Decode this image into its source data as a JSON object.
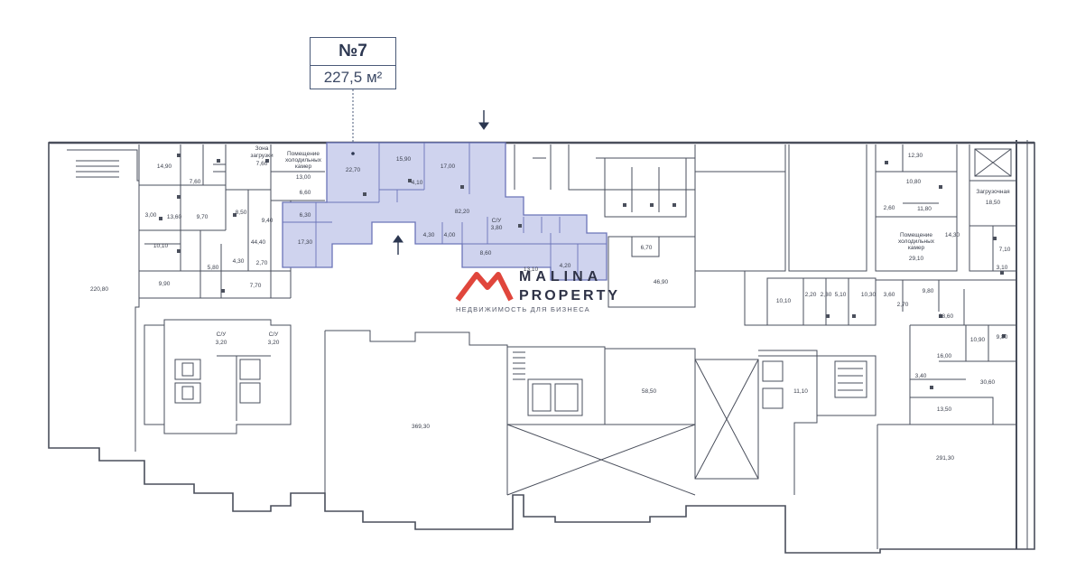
{
  "unit": {
    "number": "№7",
    "area": "227,5 м²"
  },
  "logo": {
    "line1": "MALINA",
    "line2": "PROPERTY",
    "tagline": "НЕДВИЖИМОСТЬ ДЛЯ БИЗНЕСА"
  },
  "colors": {
    "highlight": "#cfd3ee",
    "highlight_stroke": "#6b74b8",
    "wall": "#4a4f5c",
    "logo_red": "#e0463c"
  },
  "room_labels": {
    "r_14_90": "14,90",
    "r_7_60": "7,60",
    "r_3_00": "3,00",
    "r_13_60": "13,60",
    "r_9_70": "9,70",
    "r_10_10": "10,10",
    "r_220_80": "220,80",
    "r_9_90": "9,90",
    "r_5_80": "5,80",
    "r_4_30a": "4,30",
    "r_7_70": "7,70",
    "r_2_70": "2,70",
    "r_44_40": "44,40",
    "r_8_50": "8,50",
    "r_9_40": "9,40",
    "zone_load_1": "Зона",
    "zone_load_2": "загрузки",
    "zone_load_val": "7,60",
    "cold_1": "Помещение",
    "cold_2": "холодильных",
    "cold_3": "камер",
    "cold_val": "13,00",
    "r_6_60": "6,60",
    "r_6_30": "6,30",
    "r_22_70": "22,70",
    "r_15_90": "15,90",
    "r_17_00": "17,00",
    "r_4_10": "4,10",
    "r_82_20": "82,20",
    "r_17_30": "17,30",
    "r_4_30b": "4,30",
    "r_4_00": "4,00",
    "r_3_80": "3,80",
    "r_8_60": "8,60",
    "r_13_10": "13,10",
    "r_4_20": "4,20",
    "r_6_70": "6,70",
    "r_46_90": "46,90",
    "r_3_20a": "3,20",
    "r_3_20b": "3,20",
    "r_369_30": "369,30",
    "r_58_50": "58,50",
    "r_11_10": "11,10",
    "r_291_30": "291,30",
    "r_12_30": "12,30",
    "r_10_80": "10,80",
    "r_11_80": "11,80",
    "r_2_60": "2,60",
    "load_room": "Загрузочная",
    "r_18_50": "18,50",
    "r_14_30": "14,30",
    "cold2_1": "Помещение",
    "cold2_2": "холодильных",
    "cold2_3": "камер",
    "cold2_val": "29,10",
    "r_7_10": "7,10",
    "r_3_10a": "3,10",
    "r_10_10b": "10,10",
    "r_2_20": "2,20",
    "r_2_30": "2,30",
    "r_5_10": "5,10",
    "r_10_30": "10,30",
    "r_3_60": "3,60",
    "r_2_70b": "2,70",
    "r_9_80a": "9,80",
    "r_38_60": "38,60",
    "r_16_00": "16,00",
    "r_10_90": "10,90",
    "r_9_80b": "9,80",
    "r_3_40": "3,40",
    "r_30_60": "30,60",
    "r_13_50": "13,50",
    "cu_1": "С/У",
    "cu_2": "С/У",
    "cu_3": "С/У"
  }
}
